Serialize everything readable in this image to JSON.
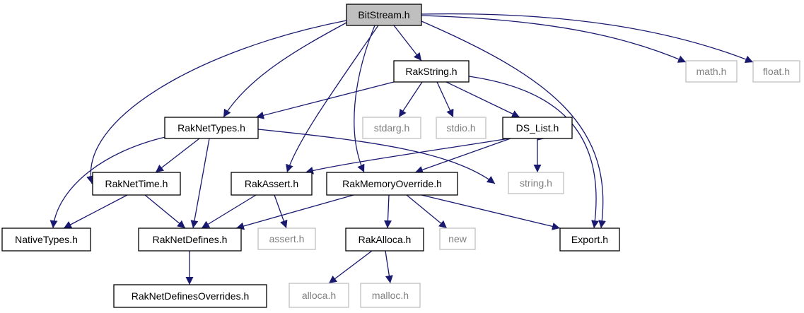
{
  "colors": {
    "edge": "#191970",
    "node_border": "#000000",
    "system_border": "#bfbfbf",
    "system_text": "#7f7f7f",
    "root_fill": "#bfbfbf",
    "text": "#000000"
  },
  "nodes": [
    {
      "id": "bitstream",
      "label": "BitStream.h",
      "kind": "root"
    },
    {
      "id": "rakstring",
      "label": "RakString.h",
      "kind": "local"
    },
    {
      "id": "math",
      "label": "math.h",
      "kind": "system"
    },
    {
      "id": "float",
      "label": "float.h",
      "kind": "system"
    },
    {
      "id": "raknettypes",
      "label": "RakNetTypes.h",
      "kind": "local"
    },
    {
      "id": "stdarg",
      "label": "stdarg.h",
      "kind": "system"
    },
    {
      "id": "stdio",
      "label": "stdio.h",
      "kind": "system"
    },
    {
      "id": "dslist",
      "label": "DS_List.h",
      "kind": "local"
    },
    {
      "id": "raknettime",
      "label": "RakNetTime.h",
      "kind": "local"
    },
    {
      "id": "rakassert",
      "label": "RakAssert.h",
      "kind": "local"
    },
    {
      "id": "rakmemoryoverride",
      "label": "RakMemoryOverride.h",
      "kind": "local"
    },
    {
      "id": "string",
      "label": "string.h",
      "kind": "system"
    },
    {
      "id": "nativetypes",
      "label": "NativeTypes.h",
      "kind": "local"
    },
    {
      "id": "raknetdefines",
      "label": "RakNetDefines.h",
      "kind": "local"
    },
    {
      "id": "assert",
      "label": "assert.h",
      "kind": "system"
    },
    {
      "id": "rakalloca",
      "label": "RakAlloca.h",
      "kind": "local"
    },
    {
      "id": "new",
      "label": "new",
      "kind": "system"
    },
    {
      "id": "export",
      "label": "Export.h",
      "kind": "local"
    },
    {
      "id": "raknetdefinesoverrides",
      "label": "RakNetDefinesOverrides.h",
      "kind": "local"
    },
    {
      "id": "alloca",
      "label": "alloca.h",
      "kind": "system"
    },
    {
      "id": "malloc",
      "label": "malloc.h",
      "kind": "system"
    }
  ],
  "edges": [
    [
      "bitstream",
      "rakstring"
    ],
    [
      "bitstream",
      "math"
    ],
    [
      "bitstream",
      "float"
    ],
    [
      "bitstream",
      "raknettypes"
    ],
    [
      "bitstream",
      "rakassert"
    ],
    [
      "bitstream",
      "rakmemoryoverride"
    ],
    [
      "bitstream",
      "export"
    ],
    [
      "bitstream",
      "raknetdefines"
    ],
    [
      "rakstring",
      "raknettypes"
    ],
    [
      "rakstring",
      "stdarg"
    ],
    [
      "rakstring",
      "stdio"
    ],
    [
      "rakstring",
      "dslist"
    ],
    [
      "rakstring",
      "export"
    ],
    [
      "raknettypes",
      "nativetypes"
    ],
    [
      "raknettypes",
      "raknettime"
    ],
    [
      "raknettypes",
      "raknetdefines"
    ],
    [
      "raknettypes",
      "export"
    ],
    [
      "dslist",
      "rakassert"
    ],
    [
      "dslist",
      "rakmemoryoverride"
    ],
    [
      "dslist",
      "string"
    ],
    [
      "dslist",
      "export"
    ],
    [
      "raknettime",
      "nativetypes"
    ],
    [
      "raknettime",
      "raknetdefines"
    ],
    [
      "rakassert",
      "raknetdefines"
    ],
    [
      "rakassert",
      "assert"
    ],
    [
      "rakmemoryoverride",
      "raknetdefines"
    ],
    [
      "rakmemoryoverride",
      "rakalloca"
    ],
    [
      "rakmemoryoverride",
      "new"
    ],
    [
      "rakmemoryoverride",
      "export"
    ],
    [
      "raknetdefines",
      "raknetdefinesoverrides"
    ],
    [
      "rakalloca",
      "alloca"
    ],
    [
      "rakalloca",
      "malloc"
    ]
  ]
}
